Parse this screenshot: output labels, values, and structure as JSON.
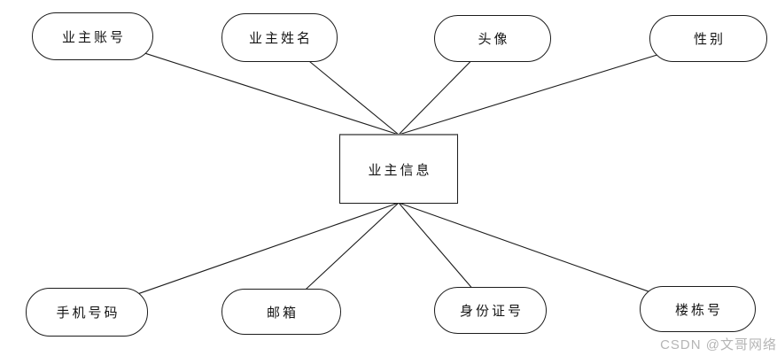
{
  "diagram": {
    "title_hint": "ER attribute diagram of owner information",
    "center_entity": {
      "label": "业主信息",
      "shape": "rectangle"
    },
    "attributes_top": [
      {
        "label": "业主账号",
        "shape": "rounded-ellipse"
      },
      {
        "label": "业主姓名",
        "shape": "rounded-ellipse"
      },
      {
        "label": "头像",
        "shape": "rounded-ellipse"
      },
      {
        "label": "性别",
        "shape": "rounded-ellipse"
      }
    ],
    "attributes_bottom": [
      {
        "label": "手机号码",
        "shape": "rounded-ellipse"
      },
      {
        "label": "邮箱",
        "shape": "rounded-ellipse"
      },
      {
        "label": "身份证号",
        "shape": "rounded-ellipse"
      },
      {
        "label": "楼栋号",
        "shape": "rounded-ellipse"
      }
    ],
    "edges": [
      {
        "from": "业主信息",
        "to": "业主账号"
      },
      {
        "from": "业主信息",
        "to": "业主姓名"
      },
      {
        "from": "业主信息",
        "to": "头像"
      },
      {
        "from": "业主信息",
        "to": "性别"
      },
      {
        "from": "业主信息",
        "to": "手机号码"
      },
      {
        "from": "业主信息",
        "to": "邮箱"
      },
      {
        "from": "业主信息",
        "to": "身份证号"
      },
      {
        "from": "业主信息",
        "to": "楼栋号"
      }
    ]
  },
  "watermark": {
    "text": "CSDN @文哥网络"
  },
  "colors": {
    "background": "#ffffff",
    "line": "#1c1c1c",
    "node_border": "#1c1c1c",
    "entity_top_border": "#7e7e7e",
    "text": "#141414",
    "watermark_text": "#b5b5b5"
  }
}
